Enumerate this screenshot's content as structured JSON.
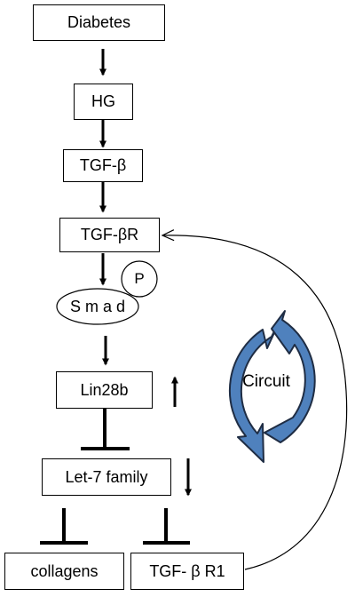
{
  "nodes": {
    "diabetes": "Diabetes",
    "hg": "HG",
    "tgf_beta": "TGF-β",
    "tgf_beta_r": "TGF-βR",
    "phospho": "P",
    "smad": "S m a d",
    "lin28b": "Lin28b",
    "let7": "Let-7 family",
    "collagens": "collagens",
    "tgf_beta_r1": "TGF- β R1"
  },
  "circuit_label": "Circuit",
  "colors": {
    "circuit_fill": "#4f81bd",
    "circuit_stroke": "#1f2d44",
    "line": "#000000"
  }
}
